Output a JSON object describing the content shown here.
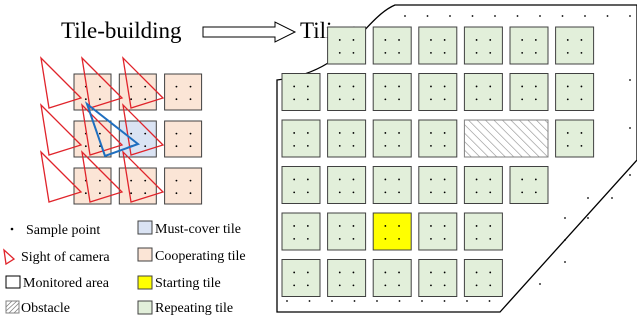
{
  "header": {
    "left_title": "Tile-building",
    "right_title": "Tiling"
  },
  "legend": {
    "sample_point": "Sample point",
    "camera_sight": "Sight of camera",
    "monitored_area": "Monitored area",
    "obstacle": "Obstacle",
    "must_cover": "Must-cover tile",
    "cooperating": "Cooperating tile",
    "starting": "Starting tile",
    "repeating": "Repeating tile"
  },
  "colors": {
    "repeating_fill": "#e2efda",
    "cooperating_fill": "#fbe5d6",
    "must_cover_fill": "#dae3f3",
    "starting_fill": "#ffff00",
    "camera_red": "#e0242b",
    "camera_blue": "#1f6fc0",
    "tile_stroke": "#404040",
    "obstacle_hatch": "#8a8a8a"
  },
  "tiling_grid": {
    "rows": [
      [
        1,
        2,
        3,
        4,
        5,
        6
      ],
      [
        0,
        1,
        2,
        3,
        4,
        5,
        6
      ],
      [
        0,
        1,
        2,
        3,
        4,
        5,
        6
      ],
      [
        0,
        1,
        2,
        3,
        4,
        5
      ],
      [
        0,
        1,
        2,
        3,
        4
      ],
      [
        0,
        1,
        2,
        3,
        4
      ]
    ],
    "obstacle": {
      "row": 2,
      "col_start": 4,
      "col_end": 5
    },
    "starting": {
      "row": 4,
      "col": 2
    }
  },
  "tile_building": {
    "rows": 3,
    "cols": 3,
    "must_cover": {
      "row": 1,
      "col": 1
    }
  }
}
